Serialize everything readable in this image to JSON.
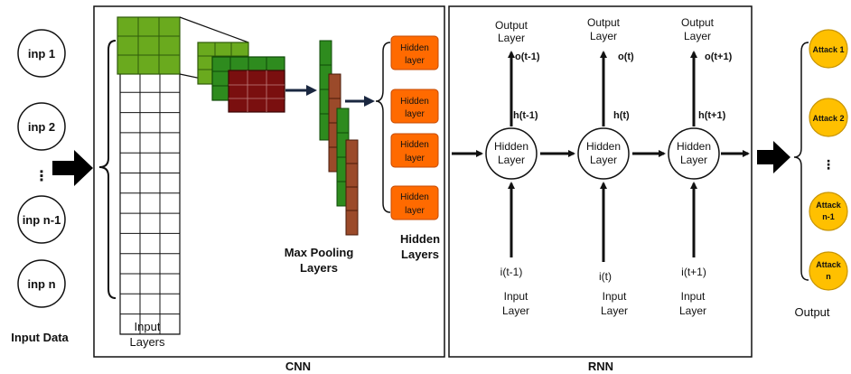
{
  "inputs": {
    "nodes": [
      "inp 1",
      "inp 2",
      "inp n-1",
      "inp n"
    ],
    "ellipsis": "⋮",
    "caption": "Input Data"
  },
  "cnn": {
    "title": "CNN",
    "input_layers_label": [
      "Input",
      "Layers"
    ],
    "max_pooling_label": [
      "Max Pooling",
      "Layers"
    ],
    "hidden_layers_label": [
      "Hidden",
      "Layers"
    ],
    "hidden_boxes": [
      [
        "Hidden",
        "layer"
      ],
      [
        "Hidden",
        "layer"
      ],
      [
        "Hidden",
        "layer"
      ],
      [
        "Hidden",
        "layer"
      ]
    ]
  },
  "rnn": {
    "title": "RNN",
    "cells": [
      {
        "node": [
          "Hidden",
          "Layer"
        ],
        "output_layer": [
          "Output",
          "Layer"
        ],
        "o": "o(t-1)",
        "h": "h(t-1)",
        "i": "i(t-1)",
        "input_layer": [
          "Input",
          "Layer"
        ]
      },
      {
        "node": [
          "Hidden",
          "Layer"
        ],
        "output_layer": [
          "Output",
          "Layer"
        ],
        "o": "o(t)",
        "h": "h(t)",
        "i": "i(t)",
        "input_layer": [
          "Input",
          "Layer"
        ]
      },
      {
        "node": [
          "Hidden",
          "Layer"
        ],
        "output_layer": [
          "Output",
          "Layer"
        ],
        "o": "o(t+1)",
        "h": "h(t+1)",
        "i": "i(t+1)",
        "input_layer": [
          "Input",
          "Layer"
        ]
      }
    ]
  },
  "outputs": {
    "nodes": [
      [
        "Attack 1"
      ],
      [
        "Attack 2"
      ],
      [
        "Attack",
        "n-1"
      ],
      [
        "Attack",
        "n"
      ]
    ],
    "ellipsis": "⋮",
    "caption": "Output"
  },
  "colors": {
    "green_light": "#6aaa1e",
    "green_dark": "#2e8b1e",
    "dark_red": "#7a0f0f",
    "brown": "#9b4a2a",
    "hidden_orange": "#ff6a00",
    "attack_yellow": "#ffc000",
    "navy_arrow": "#1a2740"
  }
}
